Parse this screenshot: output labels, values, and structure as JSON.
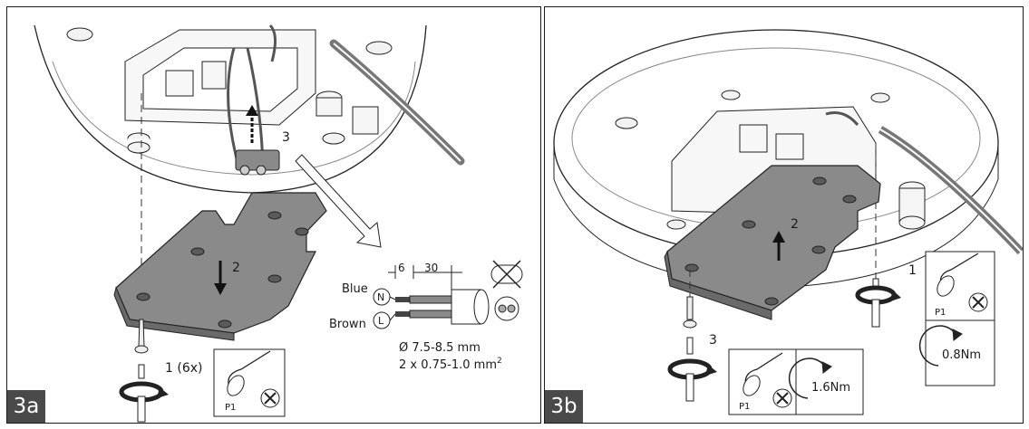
{
  "panel_a": {
    "step_label": "3a",
    "callout_1": "1 (6x)",
    "callout_2": "2",
    "callout_3": "3",
    "tool_label": "P1",
    "wire_strip": {
      "dim_short": "6",
      "dim_long": "30",
      "wire_blue": "Blue",
      "wire_brown": "Brown",
      "terminal_n": "N",
      "terminal_l": "L",
      "cable_diameter": "Ø 7.5-8.5 mm",
      "conductor_size": "2 x 0.75-1.0 mm",
      "conductor_size_sup": "2"
    }
  },
  "panel_b": {
    "step_label": "3b",
    "callout_1": "1",
    "callout_2": "2",
    "callout_3": "3",
    "tool_label_bottom": "P1",
    "tool_label_side": "P1",
    "torque_bottom": "1.6Nm",
    "torque_side": "0.8Nm"
  },
  "colors": {
    "plate": "#8a8a8a",
    "border": "#1a1a1a",
    "tag_bg": "#4a4a4a"
  }
}
